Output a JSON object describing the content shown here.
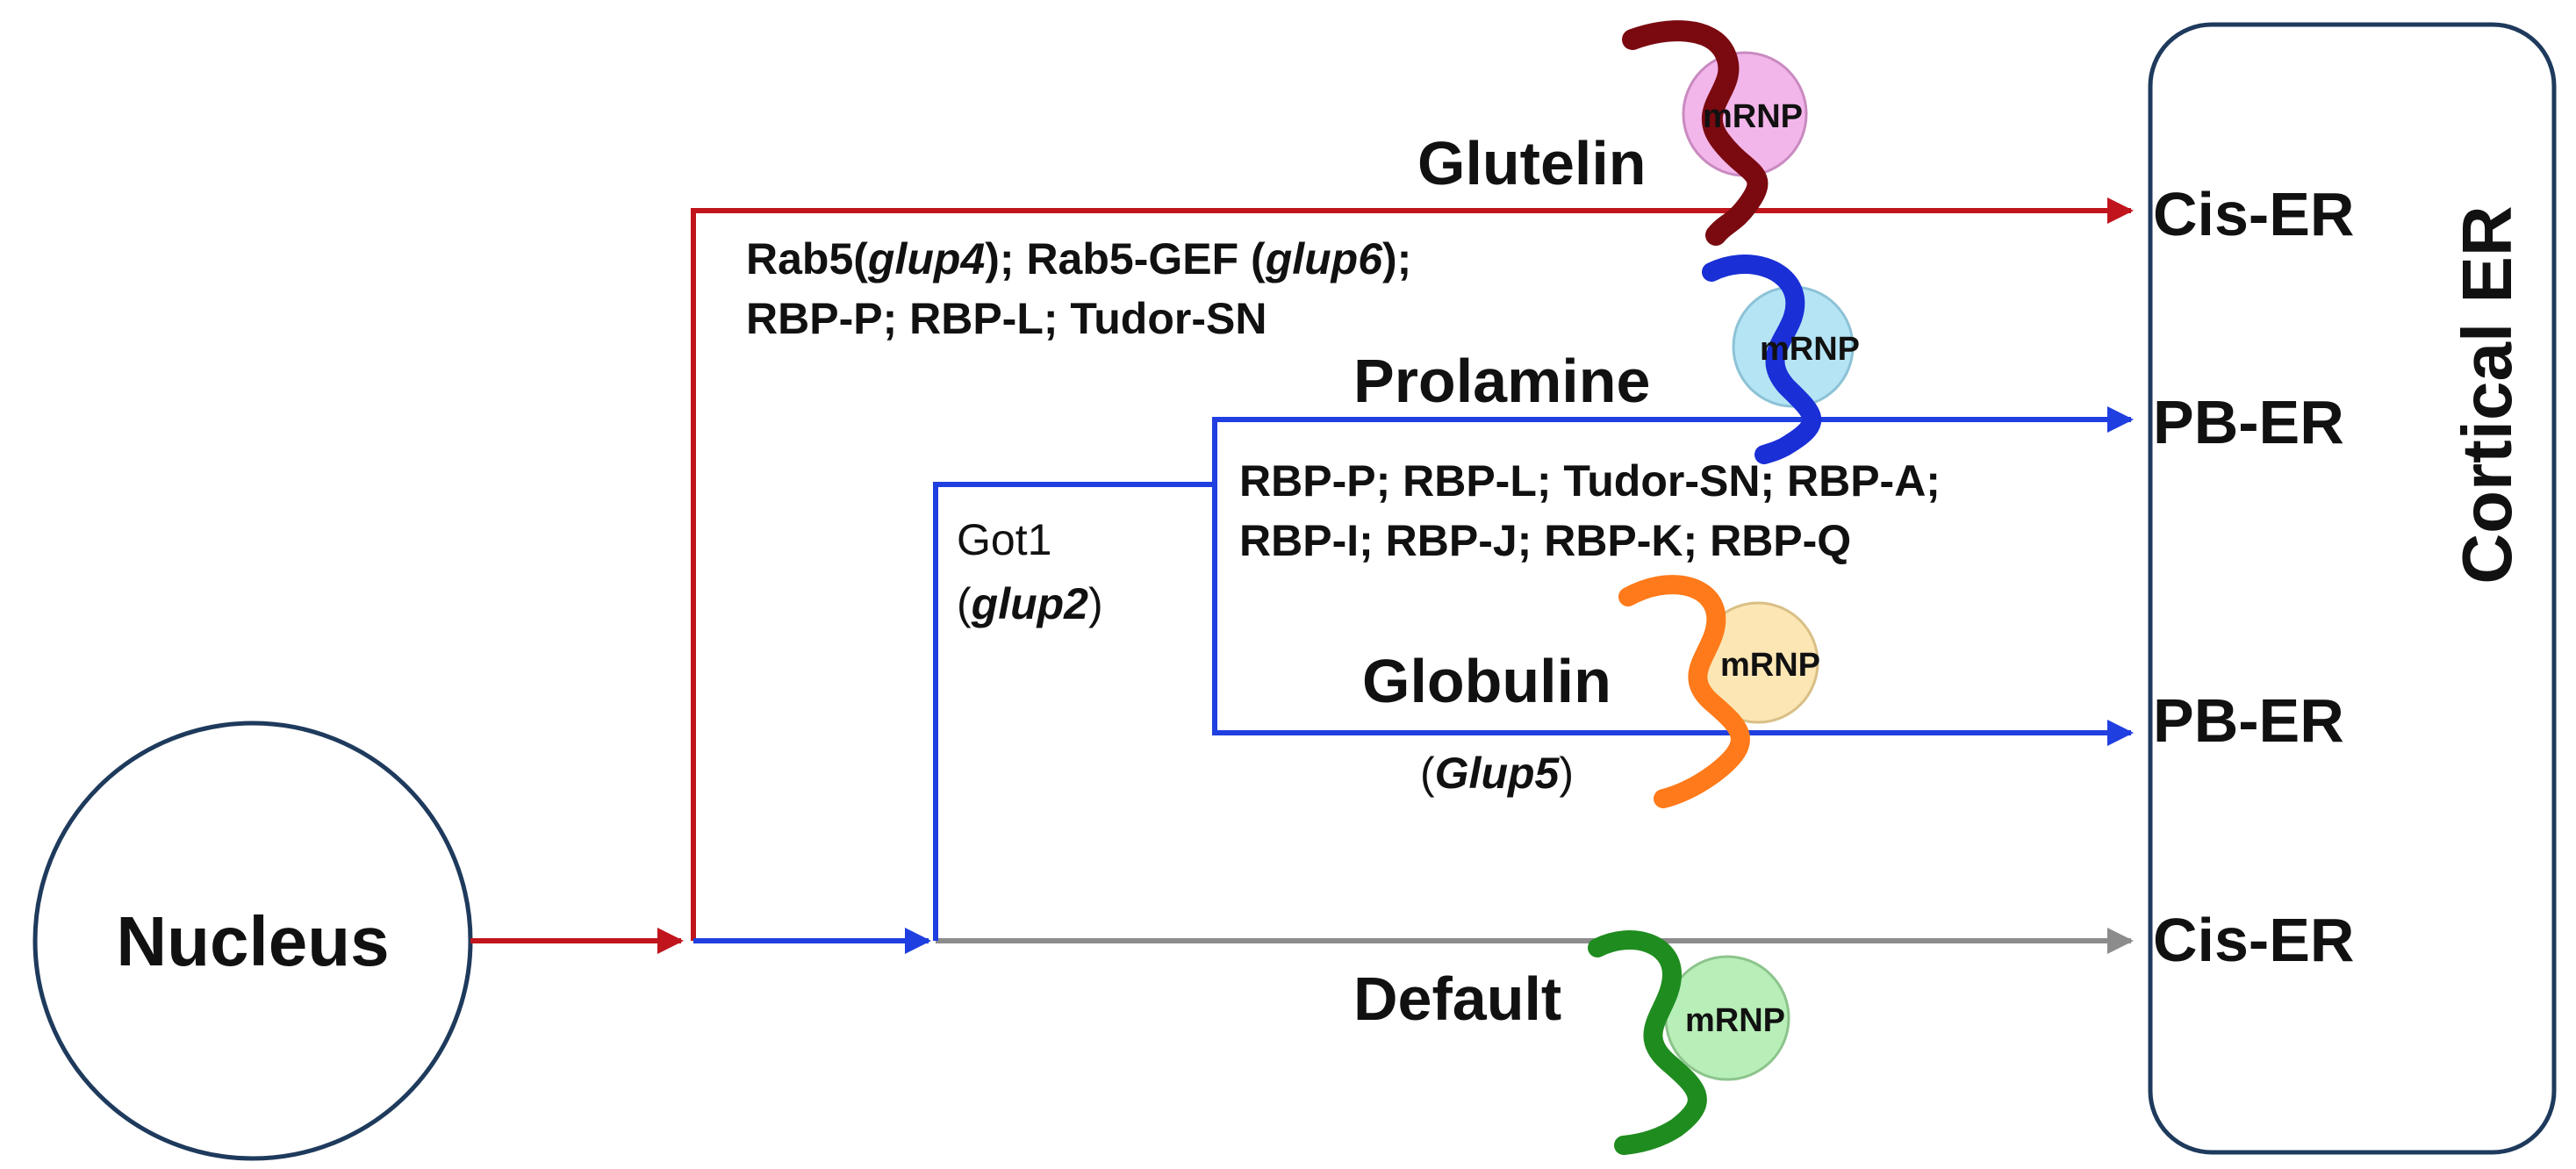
{
  "nucleus": {
    "label": "Nucleus"
  },
  "cortical_er": {
    "label": "Cortical ER"
  },
  "destinations": {
    "glutelin": "Cis-ER",
    "prolamine": "PB-ER",
    "globulin": "PB-ER",
    "default": "Cis-ER"
  },
  "pathways": {
    "glutelin": {
      "label": "Glutelin",
      "mrnp": "mRNP"
    },
    "prolamine": {
      "label": "Prolamine",
      "mrnp": "mRNP"
    },
    "globulin": {
      "label": "Globulin",
      "mrnp": "mRNP"
    },
    "default": {
      "label": "Default",
      "mrnp": "mRNP"
    }
  },
  "factors": {
    "glutelin_line1": {
      "rab5": "Rab5(",
      "glup4": "glup4",
      "sep": "); Rab5-GEF (",
      "glup6": "glup6",
      "end": ");"
    },
    "glutelin_line2": "RBP-P; RBP-L; Tudor-SN",
    "prolamine_line1": "RBP-P; RBP-L; Tudor-SN; RBP-A;",
    "prolamine_line2": "RBP-I; RBP-J; RBP-K; RBP-Q",
    "got1": "Got1",
    "glup2": {
      "open": "(",
      "name": "glup2",
      "close": ")"
    },
    "glup5": {
      "open": "(",
      "name": "Glup5",
      "close": ")"
    }
  },
  "colors": {
    "glutelin_path": "#c0151c",
    "prolamine_path": "#1f3fe0",
    "default_path": "#8c8c8c",
    "outline": "#1e3a5c",
    "glutelin_strand": "#7a0a10",
    "prolamine_strand": "#1a2fd6",
    "globulin_strand": "#ff7a1a",
    "default_strand": "#1f8c1f",
    "glutelin_blob": "#f3b6ea",
    "prolamine_blob": "#b5e4f5",
    "globulin_blob": "#fbe6b4",
    "default_blob": "#b8eeb8"
  }
}
